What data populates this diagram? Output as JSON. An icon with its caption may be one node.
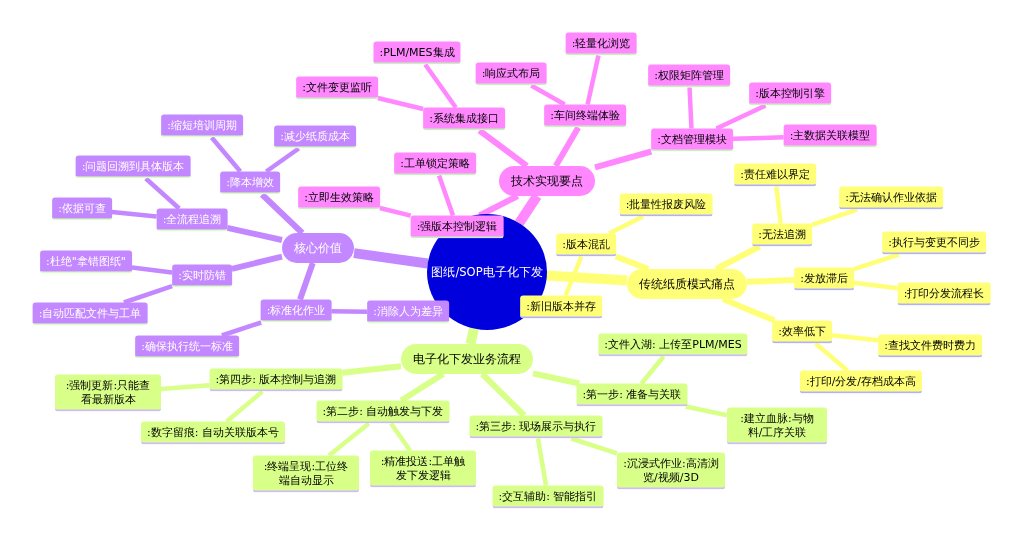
{
  "diagram": {
    "nodes": [
      {
        "text": [
          "图纸/SOP电子化下发"
        ]
      },
      {
        "text": [
          "技术实现要点"
        ]
      },
      {
        "text": [
          ":系统集成接口"
        ]
      },
      {
        "text": [
          ":PLM/MES集成"
        ]
      },
      {
        "text": [
          ":文件变更监听"
        ]
      },
      {
        "text": [
          ":车间终端体验"
        ]
      },
      {
        "text": [
          ":响应式布局"
        ]
      },
      {
        "text": [
          ":轻量化浏览"
        ]
      },
      {
        "text": [
          ":文档管理模块"
        ]
      },
      {
        "text": [
          ":权限矩阵管理"
        ]
      },
      {
        "text": [
          ":版本控制引擎"
        ]
      },
      {
        "text": [
          ":主数据关联模型"
        ]
      },
      {
        "text": [
          ":强版本控制逻辑"
        ]
      },
      {
        "text": [
          ":工单锁定策略"
        ]
      },
      {
        "text": [
          ":立即生效策略"
        ]
      },
      {
        "text": [
          "传统纸质模式痛点"
        ]
      },
      {
        "text": [
          ":版本混乱"
        ]
      },
      {
        "text": [
          ":批量性报废风险"
        ]
      },
      {
        "text": [
          ":新旧版本并存"
        ]
      },
      {
        "text": [
          ":无法追溯"
        ]
      },
      {
        "text": [
          ":责任难以界定"
        ]
      },
      {
        "text": [
          ":无法确认作业依据"
        ]
      },
      {
        "text": [
          ":发放滞后"
        ]
      },
      {
        "text": [
          ":执行与变更不同步"
        ]
      },
      {
        "text": [
          ":打印分发流程长"
        ]
      },
      {
        "text": [
          ":效率低下"
        ]
      },
      {
        "text": [
          ":查找文件费时费力"
        ]
      },
      {
        "text": [
          ":打印/分发/存档成本高"
        ]
      },
      {
        "text": [
          "核心价值"
        ]
      },
      {
        "text": [
          ":降本增效"
        ]
      },
      {
        "text": [
          ":缩短培训周期"
        ]
      },
      {
        "text": [
          ":减少纸质成本"
        ]
      },
      {
        "text": [
          ":全流程追溯"
        ]
      },
      {
        "text": [
          ":问题回溯到具体版本"
        ]
      },
      {
        "text": [
          ":依据可查"
        ]
      },
      {
        "text": [
          ":实时防错"
        ]
      },
      {
        "text": [
          ":杜绝\"拿错图纸\""
        ]
      },
      {
        "text": [
          ":自动匹配文件与工单"
        ]
      },
      {
        "text": [
          ":标准化作业"
        ]
      },
      {
        "text": [
          ":确保执行统一标准"
        ]
      },
      {
        "text": [
          ":消除人为差异"
        ]
      },
      {
        "text": [
          "电子化下发业务流程"
        ]
      },
      {
        "text": [
          ":第一步: 准备与关联"
        ]
      },
      {
        "text": [
          ":文件入湖: 上传至PLM/MES"
        ]
      },
      {
        "text": [
          ":建立血脉:与物料/工序关联"
        ]
      },
      {
        "text": [
          ":第二步: 自动触发与下发"
        ]
      },
      {
        "text": [
          ":终端呈现:工位终端自动显示"
        ]
      },
      {
        "text": [
          ":精准投送:工单触发下发逻辑"
        ]
      },
      {
        "text": [
          ":第三步: 现场展示与执行"
        ]
      },
      {
        "text": [
          ":沉浸式作业:高清浏览/视频/3D"
        ]
      },
      {
        "text": [
          ":交互辅助: 智能指引"
        ]
      },
      {
        "text": [
          ":第四步: 版本控制与追溯"
        ]
      },
      {
        "text": [
          ":强制更新:只能查看最新版本"
        ]
      },
      {
        "text": [
          ":数字留痕: 自动关联版本号"
        ]
      }
    ],
    "edges": [
      {
        "from": 0,
        "to": 1,
        "arrow": "none",
        "style": "thick",
        "color": "#ff88ff"
      },
      {
        "from": 1,
        "to": 2,
        "arrow": "none",
        "color": "#ff88ff"
      },
      {
        "from": 2,
        "to": 3,
        "arrow": "none",
        "color": "#ff88ff"
      },
      {
        "from": 2,
        "to": 4,
        "arrow": "none",
        "color": "#ff88ff"
      },
      {
        "from": 1,
        "to": 5,
        "arrow": "none",
        "color": "#ff88ff"
      },
      {
        "from": 5,
        "to": 6,
        "arrow": "none",
        "color": "#ff88ff"
      },
      {
        "from": 5,
        "to": 7,
        "arrow": "none",
        "color": "#ff88ff"
      },
      {
        "from": 1,
        "to": 8,
        "arrow": "none",
        "color": "#ff88ff"
      },
      {
        "from": 8,
        "to": 9,
        "arrow": "none",
        "color": "#ff88ff"
      },
      {
        "from": 8,
        "to": 10,
        "arrow": "none",
        "color": "#ff88ff"
      },
      {
        "from": 8,
        "to": 11,
        "arrow": "none",
        "color": "#ff88ff"
      },
      {
        "from": 1,
        "to": 12,
        "arrow": "none",
        "color": "#ff88ff"
      },
      {
        "from": 12,
        "to": 13,
        "arrow": "none",
        "color": "#ff88ff"
      },
      {
        "from": 12,
        "to": 14,
        "arrow": "none",
        "color": "#ff88ff"
      },
      {
        "from": 0,
        "to": 15,
        "arrow": "none",
        "style": "thick",
        "color": "#ffff77"
      },
      {
        "from": 15,
        "to": 16,
        "arrow": "none",
        "color": "#ffff77"
      },
      {
        "from": 16,
        "to": 17,
        "arrow": "none",
        "color": "#ffff77"
      },
      {
        "from": 16,
        "to": 18,
        "arrow": "none",
        "color": "#ffff77"
      },
      {
        "from": 15,
        "to": 19,
        "arrow": "none",
        "color": "#ffff77"
      },
      {
        "from": 19,
        "to": 20,
        "arrow": "none",
        "color": "#ffff77"
      },
      {
        "from": 19,
        "to": 21,
        "arrow": "none",
        "color": "#ffff77"
      },
      {
        "from": 15,
        "to": 22,
        "arrow": "none",
        "color": "#ffff77"
      },
      {
        "from": 22,
        "to": 23,
        "arrow": "none",
        "color": "#ffff77"
      },
      {
        "from": 22,
        "to": 24,
        "arrow": "none",
        "color": "#ffff77"
      },
      {
        "from": 15,
        "to": 25,
        "arrow": "none",
        "color": "#ffff77"
      },
      {
        "from": 25,
        "to": 26,
        "arrow": "none",
        "color": "#ffff77"
      },
      {
        "from": 25,
        "to": 27,
        "arrow": "none",
        "color": "#ffff77"
      },
      {
        "from": 0,
        "to": 28,
        "arrow": "none",
        "style": "thick",
        "color": "#c388ff"
      },
      {
        "from": 28,
        "to": 29,
        "arrow": "none",
        "color": "#c388ff"
      },
      {
        "from": 29,
        "to": 30,
        "arrow": "none",
        "color": "#c388ff"
      },
      {
        "from": 29,
        "to": 31,
        "arrow": "none",
        "color": "#c388ff"
      },
      {
        "from": 28,
        "to": 32,
        "arrow": "none",
        "color": "#c388ff"
      },
      {
        "from": 32,
        "to": 33,
        "arrow": "none",
        "color": "#c388ff"
      },
      {
        "from": 32,
        "to": 34,
        "arrow": "none",
        "color": "#c388ff"
      },
      {
        "from": 28,
        "to": 35,
        "arrow": "none",
        "color": "#c388ff"
      },
      {
        "from": 35,
        "to": 36,
        "arrow": "none",
        "color": "#c388ff"
      },
      {
        "from": 35,
        "to": 37,
        "arrow": "none",
        "color": "#c388ff"
      },
      {
        "from": 28,
        "to": 38,
        "arrow": "none",
        "color": "#c388ff"
      },
      {
        "from": 38,
        "to": 39,
        "arrow": "none",
        "color": "#c388ff"
      },
      {
        "from": 38,
        "to": 40,
        "arrow": "none",
        "color": "#c388ff"
      },
      {
        "from": 0,
        "to": 41,
        "arrow": "none",
        "style": "thick",
        "color": "#d8ff88"
      },
      {
        "from": 41,
        "to": 42,
        "arrow": "none",
        "color": "#d8ff88"
      },
      {
        "from": 42,
        "to": 43,
        "arrow": "none",
        "color": "#d8ff88"
      },
      {
        "from": 42,
        "to": 44,
        "arrow": "none",
        "color": "#d8ff88"
      },
      {
        "from": 41,
        "to": 45,
        "arrow": "none",
        "color": "#d8ff88"
      },
      {
        "from": 45,
        "to": 46,
        "arrow": "none",
        "color": "#d8ff88"
      },
      {
        "from": 45,
        "to": 47,
        "arrow": "none",
        "color": "#d8ff88"
      },
      {
        "from": 41,
        "to": 48,
        "arrow": "none",
        "color": "#d8ff88"
      },
      {
        "from": 48,
        "to": 49,
        "arrow": "none",
        "color": "#d8ff88"
      },
      {
        "from": 48,
        "to": 50,
        "arrow": "none",
        "color": "#d8ff88"
      },
      {
        "from": 41,
        "to": 51,
        "arrow": "none",
        "color": "#d8ff88"
      },
      {
        "from": 51,
        "to": 52,
        "arrow": "none",
        "color": "#d8ff88"
      },
      {
        "from": 51,
        "to": 53,
        "arrow": "none",
        "color": "#d8ff88"
      }
    ]
  }
}
